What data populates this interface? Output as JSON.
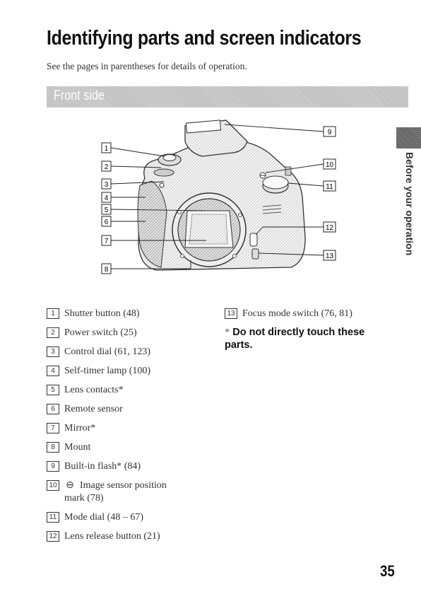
{
  "page": {
    "title": "Identifying parts and screen indicators",
    "subtitle": "See the pages in parentheses for details of operation.",
    "section": "Front side",
    "side_tab": "Before your operation",
    "page_number": "35"
  },
  "callouts": [
    "1",
    "2",
    "3",
    "4",
    "5",
    "6",
    "7",
    "8",
    "9",
    "10",
    "11",
    "12",
    "13"
  ],
  "parts": [
    {
      "num": "1",
      "text": "Shutter button (48)"
    },
    {
      "num": "2",
      "text": "Power switch (25)"
    },
    {
      "num": "3",
      "text": "Control dial (61, 123)"
    },
    {
      "num": "4",
      "text": "Self-timer lamp (100)"
    },
    {
      "num": "5",
      "text": "Lens contacts*"
    },
    {
      "num": "6",
      "text": "Remote sensor"
    },
    {
      "num": "7",
      "text": "Mirror*"
    },
    {
      "num": "8",
      "text": "Mount"
    },
    {
      "num": "9",
      "text": "Built-in flash* (84)"
    },
    {
      "num": "10",
      "text": "Image sensor position",
      "symbol": "⊖",
      "text2": "mark (78)"
    },
    {
      "num": "11",
      "text": "Mode dial (48 – 67)"
    },
    {
      "num": "12",
      "text": "Lens release button (21)"
    },
    {
      "num": "13",
      "text": "Focus mode switch (76, 81)"
    }
  ],
  "note": {
    "star": "*",
    "text": "Do not directly touch these parts."
  }
}
